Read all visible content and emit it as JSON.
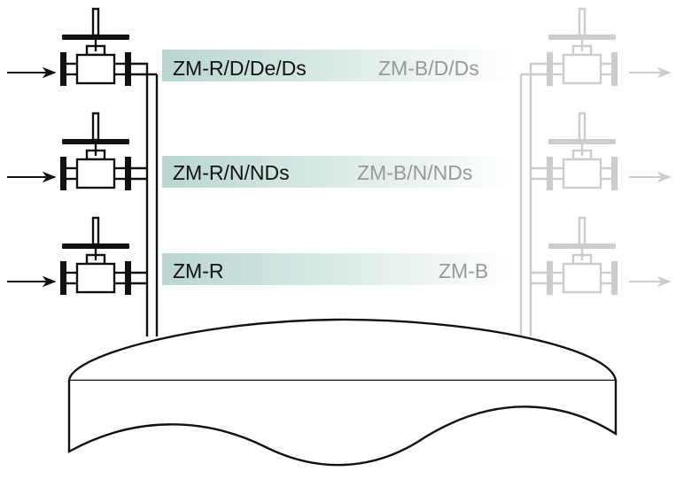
{
  "colors": {
    "line_dark": "#111111",
    "line_faded": "#cccccc",
    "band_start": "#b9d6d0",
    "band_end": "#ffffff",
    "label_dark": "#111111",
    "label_grey": "#999999"
  },
  "rows": [
    {
      "left_label": "ZM-R/D/De/Ds",
      "right_label": "ZM-B/D/Ds"
    },
    {
      "left_label": "ZM-R/N/NDs",
      "right_label": "ZM-B/N/NDs"
    },
    {
      "left_label": "ZM-R",
      "right_label": "ZM-B"
    }
  ]
}
